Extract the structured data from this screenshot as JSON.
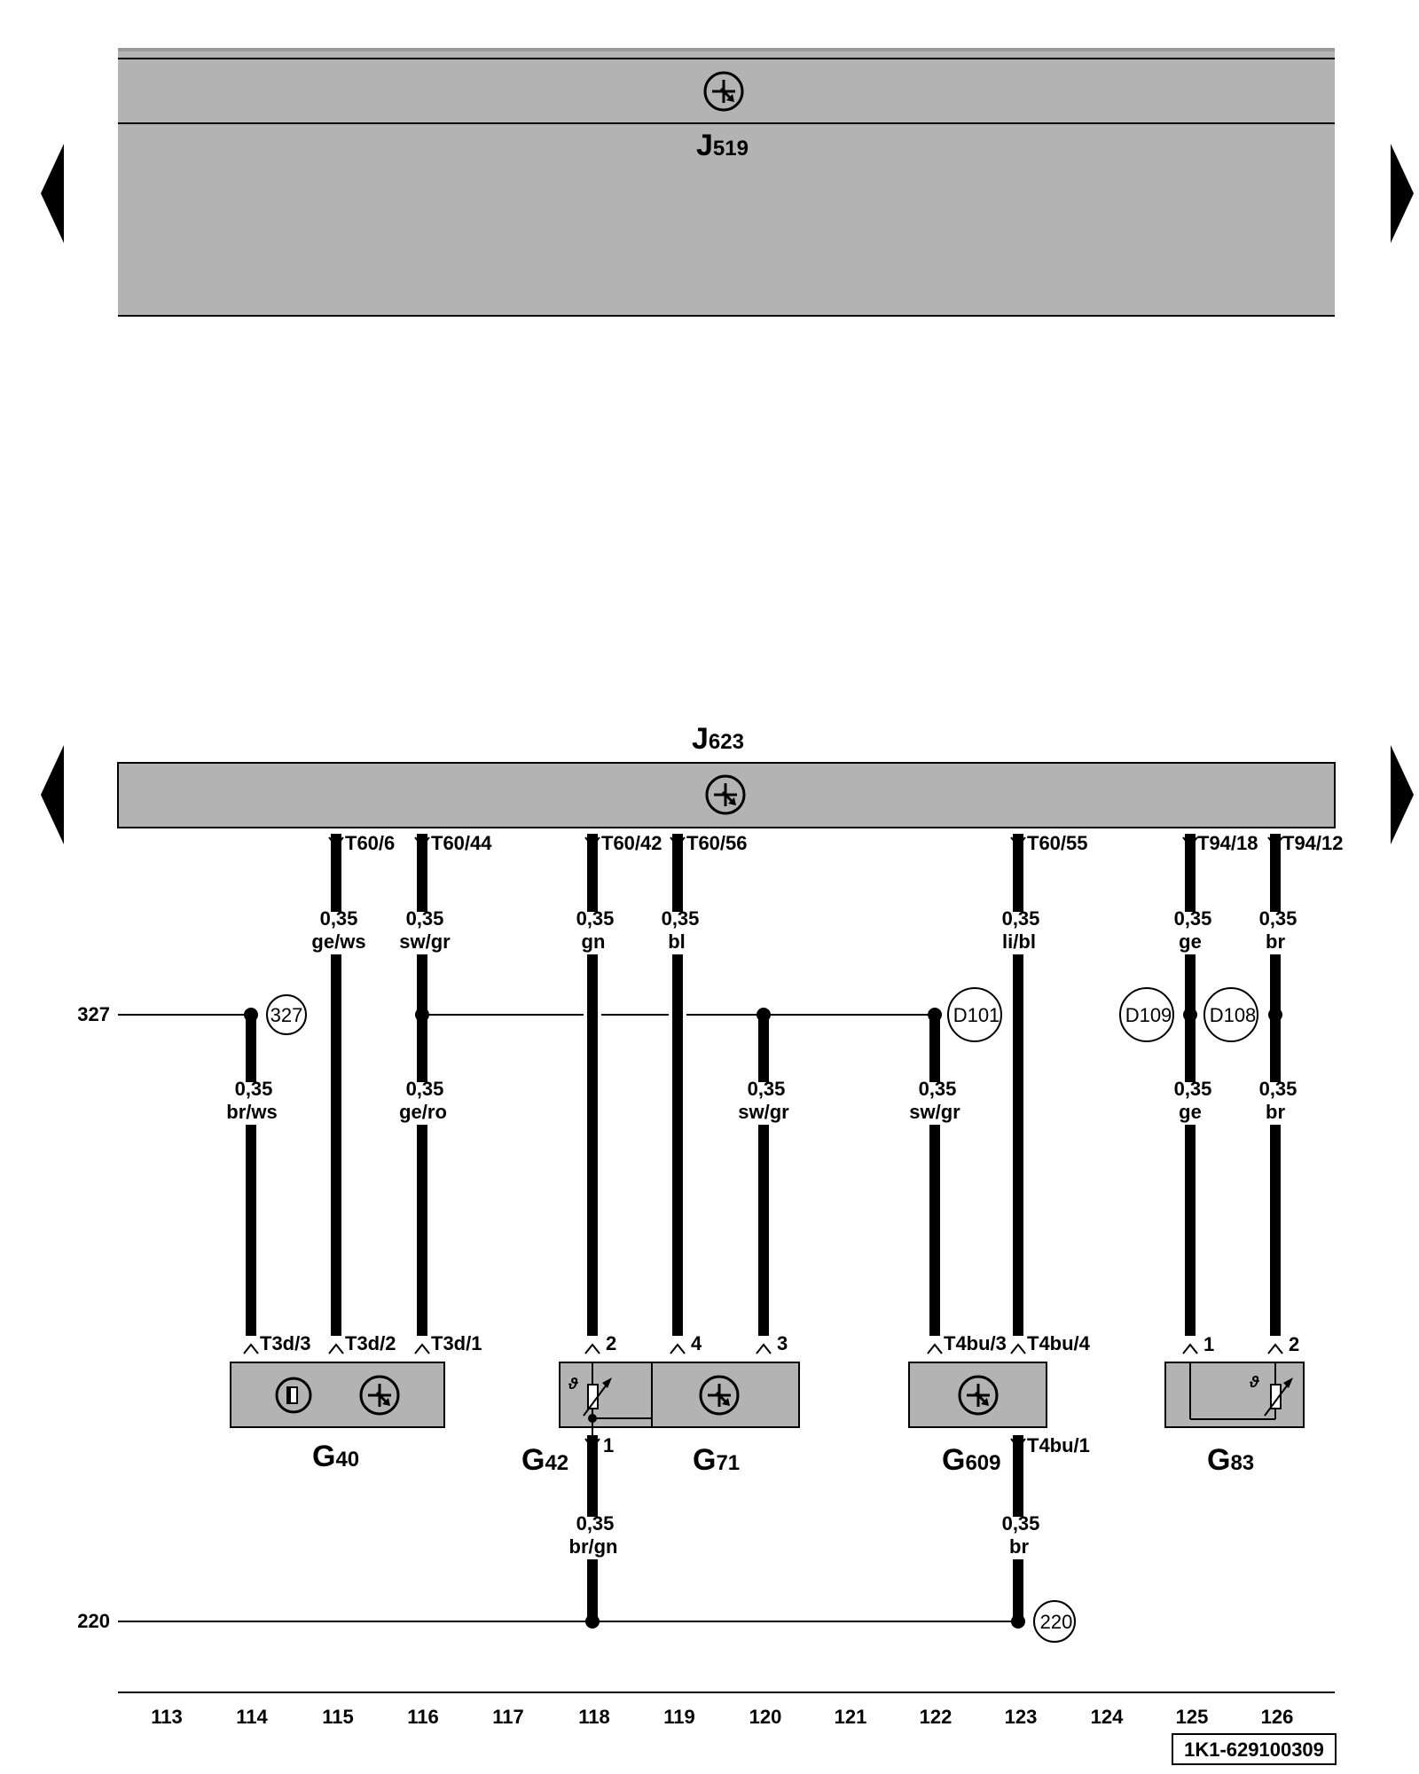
{
  "modules": {
    "J519": {
      "letter": "J",
      "sub": "519"
    },
    "J623": {
      "letter": "J",
      "sub": "623"
    }
  },
  "components": [
    {
      "id": "G40",
      "letter": "G",
      "sub": "40"
    },
    {
      "id": "G42",
      "letter": "G",
      "sub": "42"
    },
    {
      "id": "G71",
      "letter": "G",
      "sub": "71"
    },
    {
      "id": "G609",
      "letter": "G",
      "sub": "609"
    },
    {
      "id": "G83",
      "letter": "G",
      "sub": "83"
    }
  ],
  "top_pins": [
    "T60/6",
    "T60/44",
    "T60/42",
    "T60/56",
    "T60/55",
    "T94/18",
    "T94/12"
  ],
  "bottom_pins": {
    "g40": [
      "T3d/3",
      "T3d/2",
      "T3d/1"
    ],
    "g42_g71": [
      "2",
      "4",
      "3"
    ],
    "g609": [
      "T4bu/3",
      "T4bu/4"
    ],
    "g83": [
      "1",
      "2"
    ],
    "below": [
      "1",
      "T4bu/1"
    ]
  },
  "wires": {
    "upper": [
      {
        "size": "0,35",
        "color": "ge/ws"
      },
      {
        "size": "0,35",
        "color": "sw/gr"
      },
      {
        "size": "0,35",
        "color": "gn"
      },
      {
        "size": "0,35",
        "color": "bl"
      },
      {
        "size": "0,35",
        "color": "li/bl"
      },
      {
        "size": "0,35",
        "color": "ge"
      },
      {
        "size": "0,35",
        "color": "br"
      }
    ],
    "middle": [
      {
        "size": "0,35",
        "color": "br/ws"
      },
      {
        "size": "0,35",
        "color": "ge/ro"
      },
      {
        "size": "0,35",
        "color": "sw/gr"
      },
      {
        "size": "0,35",
        "color": "sw/gr"
      },
      {
        "size": "0,35",
        "color": "ge"
      },
      {
        "size": "0,35",
        "color": "br"
      }
    ],
    "lower": [
      {
        "size": "0,35",
        "color": "br/gn"
      },
      {
        "size": "0,35",
        "color": "br"
      }
    ]
  },
  "connectors": [
    "327",
    "D101",
    "D109",
    "D108",
    "220"
  ],
  "refs": [
    "327",
    "220"
  ],
  "columns": [
    "113",
    "114",
    "115",
    "116",
    "117",
    "118",
    "119",
    "120",
    "121",
    "122",
    "123",
    "124",
    "125",
    "126"
  ],
  "doc_number": "1K1-629100309"
}
